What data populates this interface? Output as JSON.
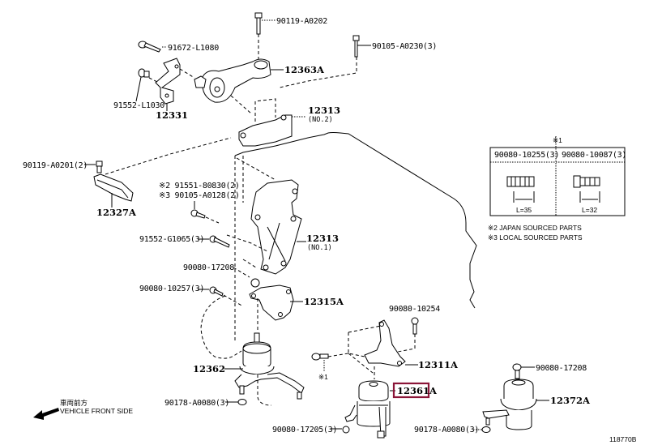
{
  "diagram": {
    "title": "Engine mounting parts diagram",
    "highlight_color": "#8b1538",
    "figure_id": "118770B",
    "parts": {
      "p_90119_A0202": "90119-A0202",
      "p_91672_L1080": "91672-L1080",
      "p_12363A": "12363A",
      "p_90105_A0230": "90105-A0230(3)",
      "p_91552_L1030": "91552-L1030",
      "p_12331": "12331",
      "p_12313_no2": "12313",
      "p_12313_no2_sub": "(NO.2)",
      "p_90119_A0201": "90119-A0201(2)",
      "p_12327A": "12327A",
      "p_91551_80830": "※2 91551-80830(2)",
      "p_90105_A0128": "※3 90105-A0128(2)",
      "p_91552_G1065": "91552-G1065(3)",
      "p_12313_no1": "12313",
      "p_12313_no1_sub": "(NO.1)",
      "p_90080_17208_a": "90080-17208",
      "p_90080_10257": "90080-10257(3)",
      "p_12315A": "12315A",
      "p_90080_10254": "90080-10254",
      "p_12311A": "12311A",
      "p_note1_marker": "※1",
      "p_12362": "12362",
      "p_90178_A0080_a": "90178-A0080(3)",
      "p_12361A": "12361A",
      "p_90080_17205": "90080-17205(3)",
      "p_90178_A0080_b": "90178-A0080(3)",
      "p_90080_17208_b": "90080-17208",
      "p_12372A": "12372A"
    },
    "legend_box": {
      "marker": "※1",
      "columns": [
        {
          "part": "90080-10255(3)",
          "length": "L=35"
        },
        {
          "part": "90080-10087(3)",
          "length": "L=32"
        }
      ]
    },
    "notes": [
      "※2 JAPAN SOURCED PARTS",
      "※3 LOCAL SOURCED PARTS"
    ],
    "direction": {
      "label_jp": "車両前方",
      "label_en": "VEHICLE FRONT SIDE"
    }
  }
}
